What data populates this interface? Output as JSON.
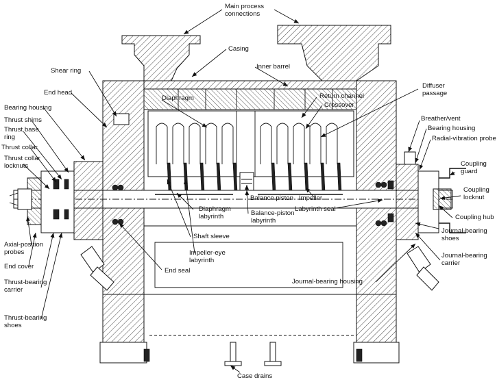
{
  "labels": [
    {
      "id": "main-process",
      "lines": [
        "Main process",
        "connections"
      ]
    },
    {
      "id": "casing",
      "lines": [
        "Casing"
      ]
    },
    {
      "id": "shear-ring",
      "lines": [
        "Shear ring"
      ]
    },
    {
      "id": "inner-barrel",
      "lines": [
        "Inner barrel"
      ]
    },
    {
      "id": "end-head",
      "lines": [
        "End head"
      ]
    },
    {
      "id": "return-channel",
      "lines": [
        "Return channel"
      ]
    },
    {
      "id": "diffuser-passage",
      "lines": [
        "Diffuser",
        "passage"
      ]
    },
    {
      "id": "diaphragm",
      "lines": [
        "Diaphragm"
      ]
    },
    {
      "id": "crossover",
      "lines": [
        "Crossover"
      ]
    },
    {
      "id": "bearing-housing-left",
      "lines": [
        "Bearing housing"
      ]
    },
    {
      "id": "breather-vent",
      "lines": [
        "Breather/vent"
      ]
    },
    {
      "id": "thrust-shims",
      "lines": [
        "Thrust shims"
      ]
    },
    {
      "id": "bearing-housing-right",
      "lines": [
        "Bearing housing"
      ]
    },
    {
      "id": "thrust-base-ring",
      "lines": [
        "Thrust base",
        "ring"
      ]
    },
    {
      "id": "radial-vibration-probe",
      "lines": [
        "Radial-vibration probe"
      ]
    },
    {
      "id": "thrust-collar",
      "lines": [
        "Thrust collar"
      ]
    },
    {
      "id": "thrust-collar-locknuts",
      "lines": [
        "Thrust collar",
        "locknuts"
      ]
    },
    {
      "id": "coupling-guard",
      "lines": [
        "Coupling",
        "guard"
      ]
    },
    {
      "id": "coupling-locknut",
      "lines": [
        "Coupling",
        "locknut"
      ]
    },
    {
      "id": "balance-piston",
      "lines": [
        "Balance piston"
      ]
    },
    {
      "id": "impeller",
      "lines": [
        "Impeller"
      ]
    },
    {
      "id": "diaphragm-labyrinth",
      "lines": [
        "Diaphragm",
        "labyrinth"
      ]
    },
    {
      "id": "labyrinth-seal",
      "lines": [
        "Labyrinth seal"
      ]
    },
    {
      "id": "balance-piston-labyrinth",
      "lines": [
        "Balance-piston",
        "labyrinth"
      ]
    },
    {
      "id": "coupling-hub",
      "lines": [
        "Coupling hub"
      ]
    },
    {
      "id": "shaft-sleeve",
      "lines": [
        "Shaft sleeve"
      ]
    },
    {
      "id": "journal-bearing-shoes",
      "lines": [
        "Journal-bearing",
        "shoes"
      ]
    },
    {
      "id": "impeller-eye-labyrinth",
      "lines": [
        "Impeller-eye",
        "labyrinth"
      ]
    },
    {
      "id": "axial-position-probes",
      "lines": [
        "Axial-position",
        "probes"
      ]
    },
    {
      "id": "journal-bearing-carrier",
      "lines": [
        "Journal-bearing",
        "carrier"
      ]
    },
    {
      "id": "end-seal",
      "lines": [
        "End seal"
      ]
    },
    {
      "id": "end-cover",
      "lines": [
        "End cover"
      ]
    },
    {
      "id": "journal-bearing-housing",
      "lines": [
        "Journal-bearing housing"
      ]
    },
    {
      "id": "thrust-bearing-carrier",
      "lines": [
        "Thrust-bearing",
        "carrier"
      ]
    },
    {
      "id": "thrust-bearing-shoes",
      "lines": [
        "Thrust-bearing",
        "shoes"
      ]
    },
    {
      "id": "case-drains",
      "lines": [
        "Case drains"
      ]
    }
  ]
}
